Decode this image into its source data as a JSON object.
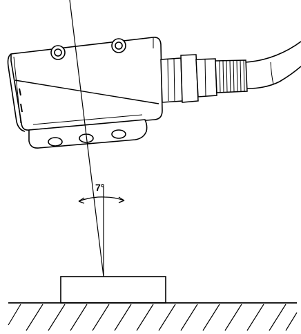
{
  "diagram": {
    "angle_label": "7°",
    "colors": {
      "stroke": "#000000",
      "fill_light": "#ffffff",
      "fill_shade": "#e6e6e6"
    },
    "icons": [
      "sensor-body",
      "cable-connector",
      "cable",
      "target-object",
      "ground-hatching",
      "angle-arc"
    ]
  }
}
